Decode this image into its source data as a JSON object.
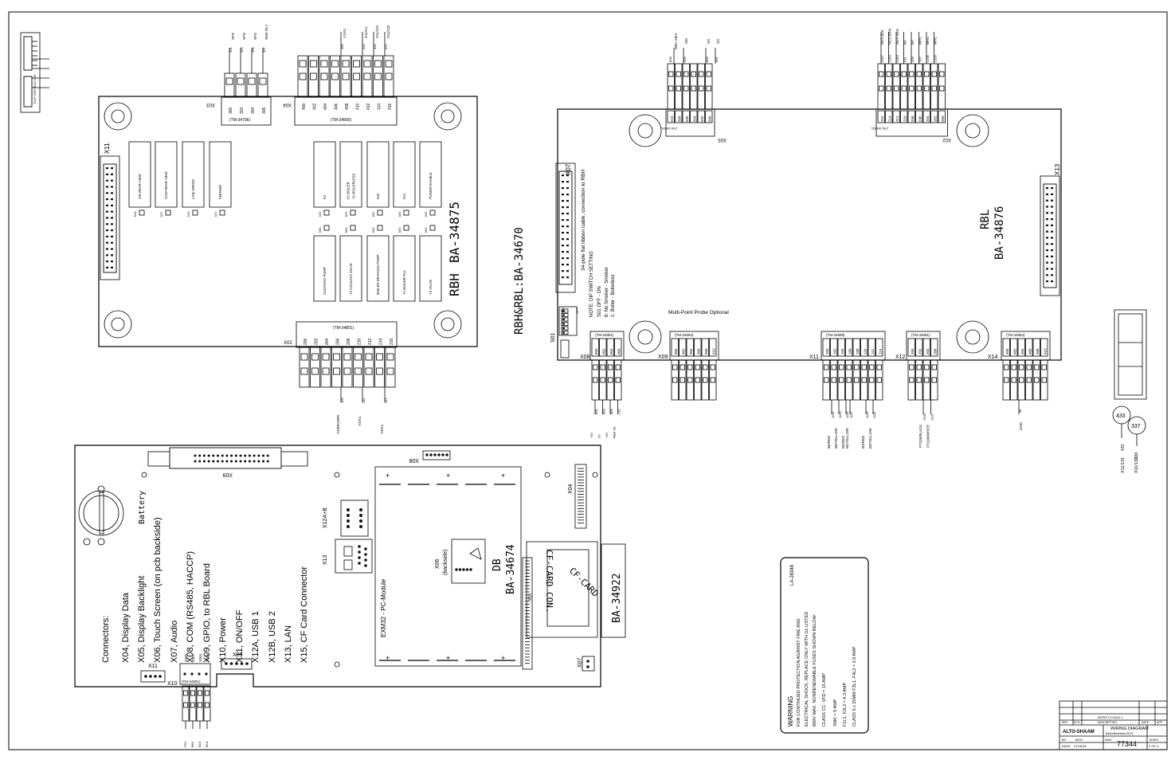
{
  "rbh_board": {
    "name_label": "RBH",
    "part_number": "BA-34875",
    "connector_names": [
      "X03",
      "X04",
      "X02",
      "X11"
    ],
    "x03_pins": [
      "300",
      "302",
      "304",
      "306"
    ],
    "x03_wires": [
      "301",
      "303",
      "305",
      "307"
    ],
    "x03_wire_destinations": [
      "VFD",
      "VFD",
      "VFD",
      "SMK RLY"
    ],
    "x03_housing": "(TM-34796)",
    "x04_pins": [
      "400",
      "402",
      "404",
      "406",
      "408",
      "410",
      "412",
      "414",
      "416"
    ],
    "x04_wires": [
      "409",
      "413",
      "415",
      "417"
    ],
    "x04_wire_destinations": [
      "Y1/A1",
      "X11/A1",
      "X11/131",
      "X11/132"
    ],
    "x04_housing": "(TM-34800)",
    "x02_pins": [
      "200",
      "202",
      "204",
      "206",
      "208",
      "210",
      "212",
      "214",
      "216"
    ],
    "x02_housing": "(TM-34801)",
    "x02_wires": [
      "209",
      "211",
      "217"
    ],
    "x02_wire_destinations": [
      "Y4/BROWN",
      "Y2/A1",
      "Y3/A1"
    ],
    "relays_top": [
      {
        "label": "CW REAR VIEW",
        "ref": "D18"
      },
      {
        "label": "CCW REAR VIEW",
        "ref": "D17"
      },
      {
        "label": "LOW SPEED",
        "ref": "D16"
      },
      {
        "label": "SMOKER",
        "ref": "D15"
      },
      {
        "label": "K2",
        "ref": "D19"
      },
      {
        "label": "K1 BOILER",
        "ref": "D13"
      },
      {
        "label": "Y1 BOILERLESS",
        "ref": "D23"
      },
      {
        "label": "K42",
        "ref": "D21"
      },
      {
        "label": "K41",
        "ref": "D20"
      },
      {
        "label": "POWER ENABLE",
        "ref": "D22"
      }
    ],
    "relays_bottom": [
      {
        "label": "CLEANING PUMP",
        "ref": "D06"
      },
      {
        "label": "Y2 COOLING VALVE",
        "ref": "D05"
      },
      {
        "label": "BOILER DRAINING PUMP",
        "ref": "D04"
      },
      {
        "label": "Y1 BOILER FILL",
        "ref": "D03"
      },
      {
        "label": "Y3 VALVE",
        "ref": "D02"
      }
    ]
  },
  "combined_label": "RBH&RBL:BA-34670",
  "rbl_board": {
    "name_label": "RBL",
    "part_number": "BA-34876",
    "ribbon_note": "34-pole flat ribbon cable, connection to RBH",
    "dip_note_lines": [
      "NOTE: DIP SWITCH SETTING",
      "S01 OFF - ON",
      "6: No Smoker - Smoker",
      "1: Boiler - Boilerless"
    ],
    "probe_note": "Multi-Point Probe Optional",
    "dip_switch_ref": "S01",
    "dip_on_label": "ON",
    "dip_off_label": "OFF",
    "ribbon_connector": "X07",
    "right_connector": "X13",
    "x05": {
      "name": "X05",
      "housing": "(TM-34931)",
      "pins": [
        "510",
        "508",
        "506",
        "504",
        "502",
        "500"
      ],
      "wires": [
        "509",
        "503",
        "501"
      ],
      "extra_wire": "B06",
      "wire_destinations": [
        "VM",
        "VS",
        "VS"
      ],
      "top_dest": "RBH X8/4"
    },
    "x02": {
      "name": "X02",
      "housing": "(TM-34934)",
      "pins": [
        "216",
        "214",
        "212",
        "210",
        "208",
        "206",
        "204",
        "202",
        "200"
      ],
      "wires": [
        "L017",
        "L015",
        "L013",
        "211",
        "209",
        "207",
        "L205",
        "L203"
      ],
      "wire_destinations": [
        "HES BLK",
        "HES BRN",
        "HES RED",
        "M7",
        "M7",
        "WHL",
        "WHL",
        "WHL"
      ]
    },
    "x08": {
      "name": "X08",
      "housing": "(TM-34881)",
      "pins": [
        "800",
        "802",
        "804",
        "806"
      ],
      "wires": [
        "801",
        "803",
        "805",
        "L12"
      ],
      "wire_destinations": [
        "+5V",
        "5V",
        "+6V",
        "RBH X8"
      ]
    },
    "x09": {
      "name": "X09",
      "housing": "(TM-34884)",
      "pins": [
        "900",
        "902",
        "904",
        "906",
        "908",
        "910"
      ]
    },
    "x11": {
      "name": "X11",
      "housing": "(TM-34889)",
      "pins": [
        "100",
        "102",
        "104",
        "106",
        "108",
        "110",
        "112",
        "114"
      ],
      "wires": [
        "1101",
        "1103",
        "1105",
        "1107",
        "1113",
        "1115"
      ],
      "wire_destinations": [
        "B6/RED",
        "B6/YELLOW",
        "B5/RED",
        "B5/YELLOW",
        "B3/RED",
        "B3/YELLOW"
      ]
    },
    "x12": {
      "name": "X12",
      "housing": "(TM-34881)",
      "pins": [
        "200",
        "202",
        "204",
        "206"
      ],
      "wires": [
        "1205",
        "1207"
      ],
      "wire_destinations": [
        "PT100/BLACK",
        "PT100/WHITE"
      ]
    },
    "x14": {
      "name": "X14",
      "housing": "(TM-34884)",
      "pins": [
        "400",
        "402",
        "404",
        "406",
        "408",
        "410"
      ],
      "wires": [
        "96"
      ],
      "wire_destinations": [
        "GND"
      ]
    }
  },
  "fuse_block": {
    "labels": [
      "433",
      "337"
    ],
    "wires": [
      "432",
      "336"
    ],
    "destinations": [
      "X11/131",
      "X11/130"
    ]
  },
  "top_left_block": {
    "labels": [
      "CB+",
      "BLK+",
      "GRY+",
      "ELP+"
    ]
  },
  "db_board": {
    "part_number_label": "DB",
    "part_number": "BA-34674",
    "battery_label": "Battery",
    "connectors_title": "Connectors:",
    "connectors": [
      "X04, Display Data",
      "X05, Display Backlight",
      "X06, Touch Screen (on pcb backside)",
      "X07, Audio",
      "X08, COM (RS485, HACCP)",
      "X09, GPIO, to RBL Board",
      "X10, Power",
      "X11, ON/OFF",
      "X12A, USB 1",
      "X12B, USB 2",
      "X13, LAN",
      "X15, CF Card Connector"
    ],
    "module_label": "EXM32 - PC-Module",
    "x06_label": "X06\n(backside)",
    "x06_line1": "X06",
    "x06_line2": "(backside)",
    "cf_card_conn": "CF-CARD CON.",
    "cf_card": "CF-CARD",
    "cf_part": "BA-34922",
    "top_conn": "X09",
    "x08_label": "X08",
    "x12ab_label": "X12A+B",
    "x13_label": "X13",
    "x04_label": "X04",
    "x15_label": "X15",
    "x07_label": "X07",
    "x11_label": "X11",
    "x10_label": "X10",
    "x05_label": "X05",
    "x10_housing": "(TM-34881)",
    "x10_pins": [
      "1500",
      "1502",
      "1504",
      "1506"
    ],
    "x10_wires": [
      "P5V",
      "B6V",
      "BLK",
      "BLK"
    ]
  },
  "warning": {
    "code": "LA-28348",
    "title": "WARNING",
    "lines": [
      "FOR CONTINUED PROTECTION AGAINST FIRE AND",
      "ELECTRICAL SHOCK, REPLACE ONLY WITH UL LISTED",
      "600V MAX. NONRENEWABLE FUSES SHOWN BELOW:",
      "CLASS CC:     VFD = 15 AMP",
      "                   SMK = 5 AMP",
      "                   F1L1, F2L2 = 6.3 AMP",
      "CLASS 5 x 20MM   F3L1, F4L2 = 2.0 AMP"
    ]
  },
  "title_block": {
    "company": "ALTO-SHAAM",
    "title": "WIRING DIAGRAM",
    "subtitle": "Boiler/Boilerless ELEC",
    "headers": [
      "REV",
      "ECO",
      "DESCRIPTION",
      "DATE",
      "APP"
    ],
    "ref_line": "REFER TO PAGE 1",
    "by_label": "BY:",
    "by_value": "MVG",
    "date_label": "DATE:",
    "date_value": "07/15/15",
    "dwg_label": "DWG",
    "dwg_number": "77344",
    "sheet_label": "SHEET",
    "sheet_value": "2 OF 4"
  }
}
